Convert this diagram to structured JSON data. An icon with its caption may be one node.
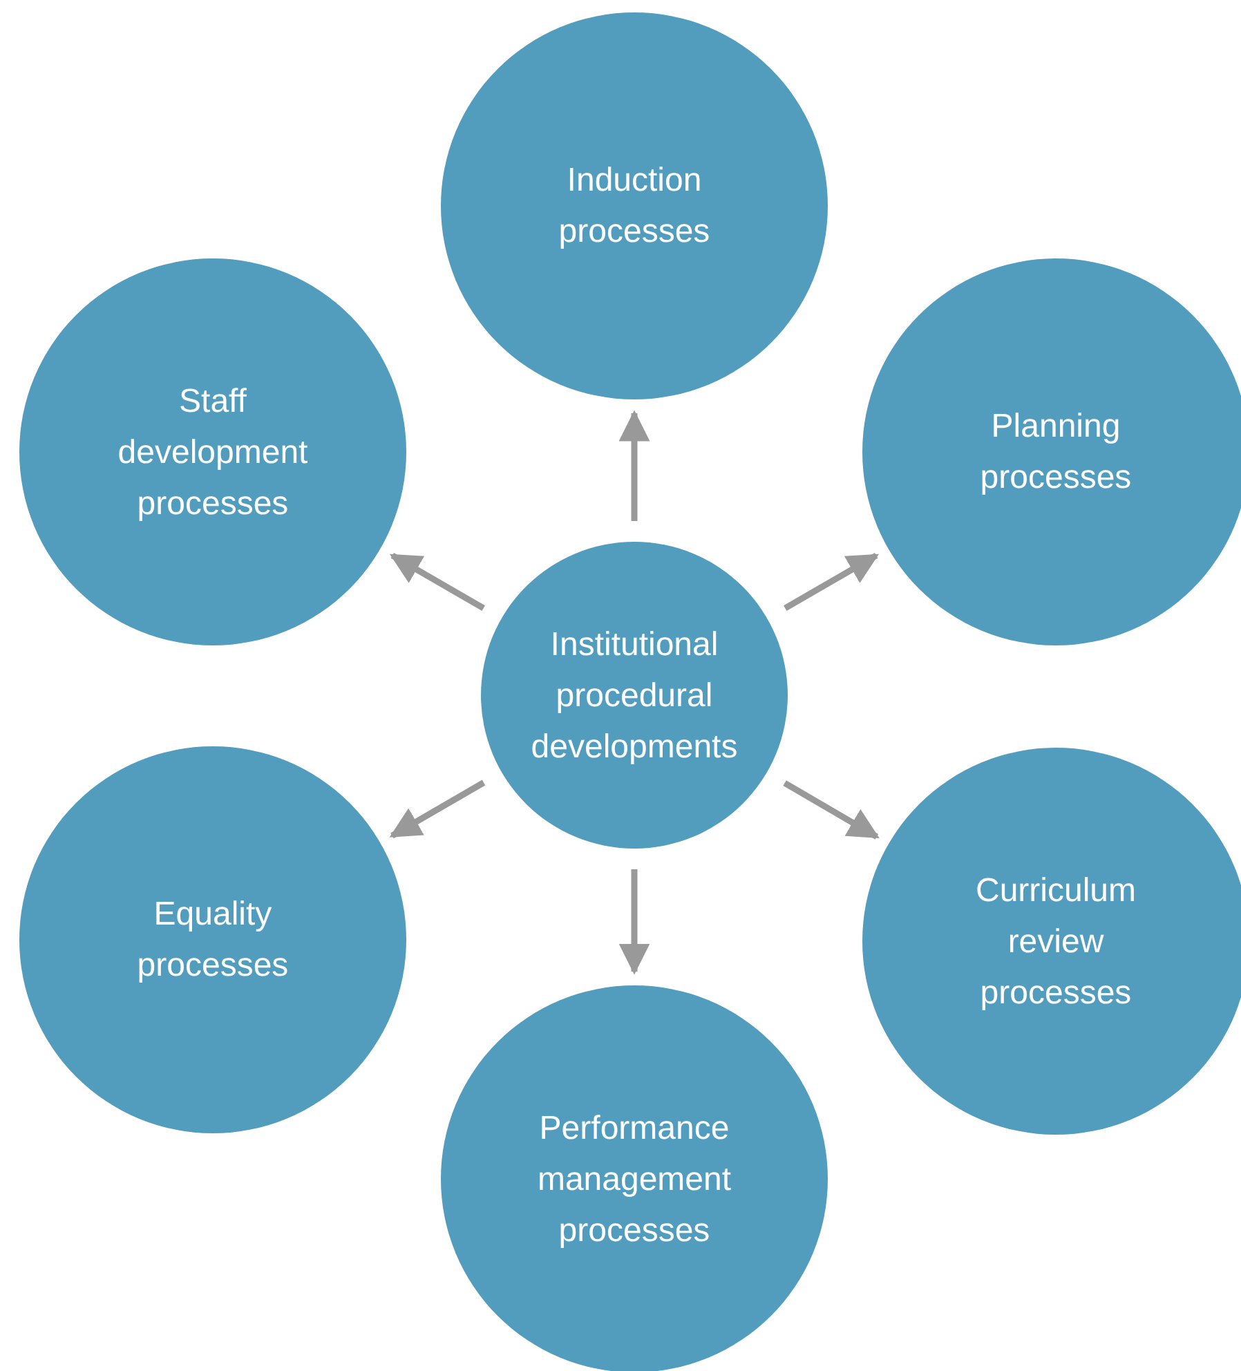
{
  "diagram": {
    "nodes": [
      {
        "text": [
          "Induction processes"
        ]
      },
      {
        "text": [
          "Staff development processes"
        ]
      },
      {
        "text": [
          "Planning processes"
        ]
      },
      {
        "text": [
          "Institutional procedural developments"
        ]
      },
      {
        "text": [
          "Equality processes"
        ]
      },
      {
        "text": [
          "Curriculum review processes"
        ]
      },
      {
        "text": [
          "Performance management processes"
        ]
      }
    ],
    "edges": [
      {
        "from": 3,
        "to": 0,
        "arrow": "to"
      },
      {
        "from": 3,
        "to": 1,
        "arrow": "to"
      },
      {
        "from": 3,
        "to": 2,
        "arrow": "to"
      },
      {
        "from": 3,
        "to": 4,
        "arrow": "to"
      },
      {
        "from": 3,
        "to": 5,
        "arrow": "to"
      },
      {
        "from": 3,
        "to": 6,
        "arrow": "to"
      }
    ]
  }
}
